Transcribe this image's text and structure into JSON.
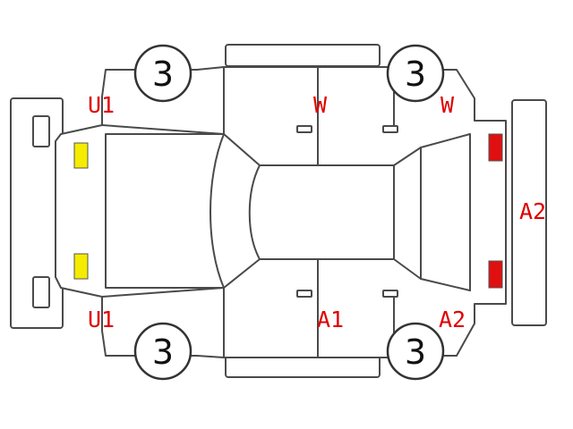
{
  "colors": {
    "outline": "#4a4a4a",
    "code_text": "#e00000",
    "marker_yellow": "#f5ec00",
    "marker_red": "#e01010"
  },
  "wheels": {
    "front_left": "3",
    "front_right": "3",
    "rear_left": "3",
    "rear_right": "3"
  },
  "codes": {
    "front_left_fender": "U1",
    "front_right_fender": "U1",
    "left_door": "W",
    "left_rear_quarter": "W",
    "rear_bumper": "A2",
    "right_door": "A1",
    "right_rear_quarter": "A2"
  },
  "markers": {
    "front_left": "yellow",
    "front_right": "yellow",
    "rear_left": "red",
    "rear_right": "red"
  }
}
